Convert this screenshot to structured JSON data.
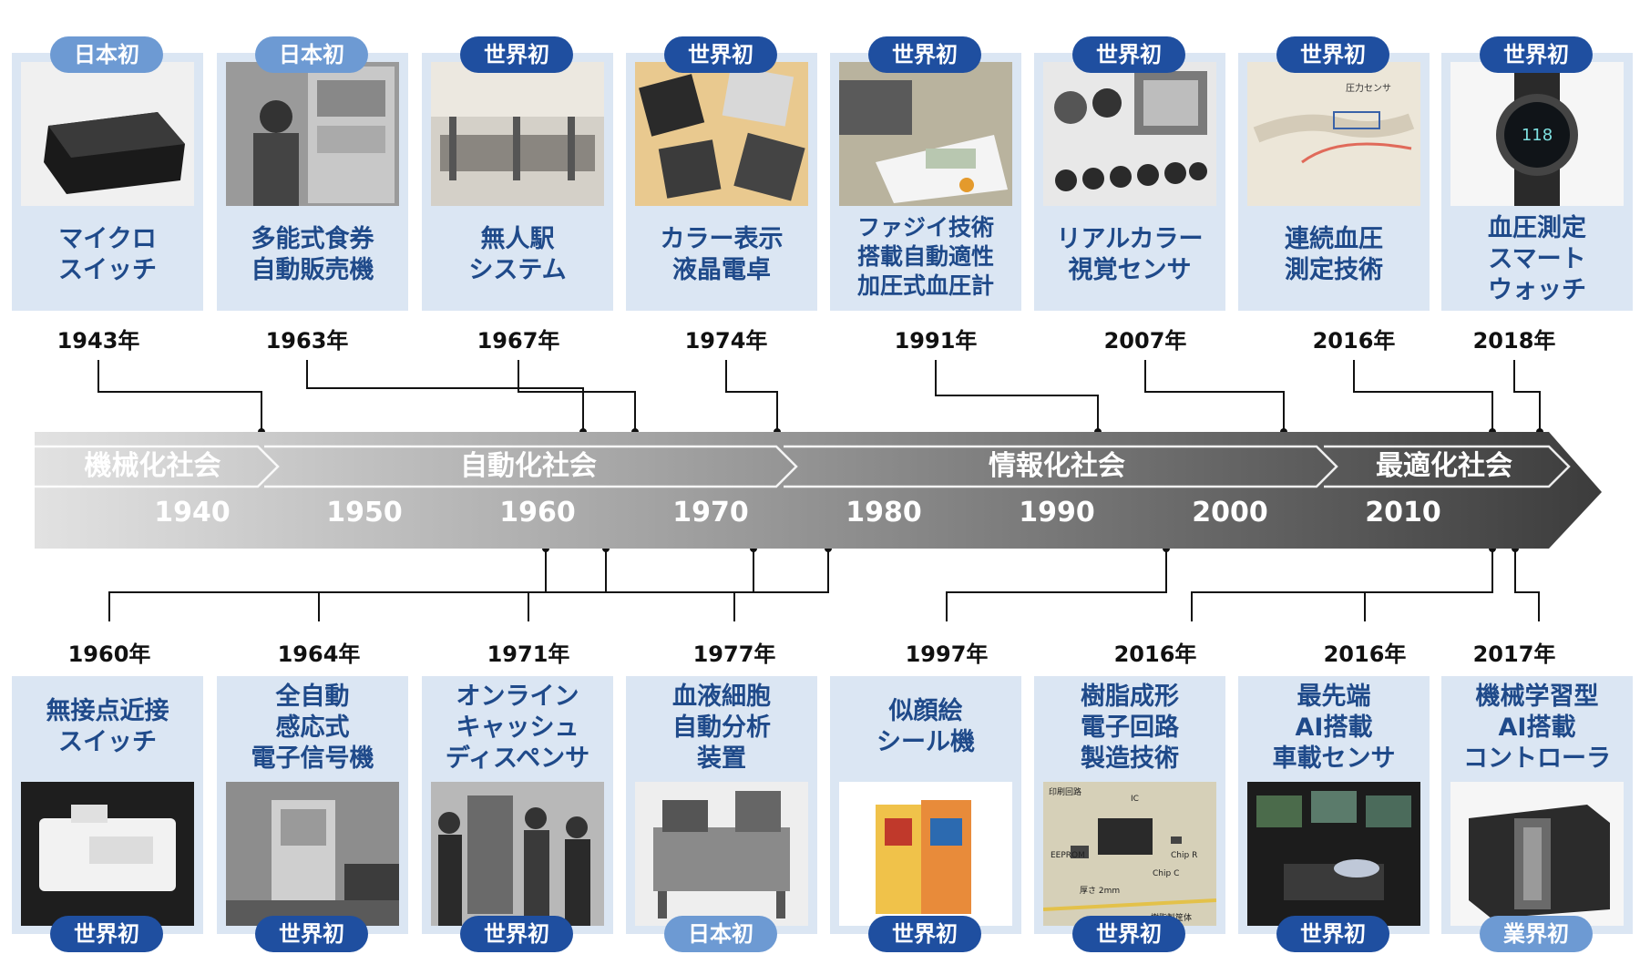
{
  "eras": [
    "機械化社会",
    "自動化社会",
    "情報化社会",
    "最適化社会"
  ],
  "decades": [
    "1940",
    "1950",
    "1960",
    "1970",
    "1980",
    "1990",
    "2000",
    "2010"
  ],
  "top_items": [
    {
      "badge": "日本初",
      "badge_type": "japan",
      "title": "マイクロ\nスイッチ",
      "year": "1943年",
      "photo": "micro-switch-photo"
    },
    {
      "badge": "日本初",
      "badge_type": "japan",
      "title": "多能式食券\n自動販売機",
      "year": "1963年",
      "photo": "ticket-vending-photo"
    },
    {
      "badge": "世界初",
      "badge_type": "world",
      "title": "無人駅\nシステム",
      "year": "1967年",
      "photo": "unmanned-station-photo"
    },
    {
      "badge": "世界初",
      "badge_type": "world",
      "title": "カラー表示\n液晶電卓",
      "year": "1974年",
      "photo": "lcd-calculator-photo"
    },
    {
      "badge": "世界初",
      "badge_type": "world",
      "title": "ファジイ技術\n搭載自動適性\n加圧式血圧計",
      "year": "1991年",
      "photo": "blood-pressure-monitor-photo"
    },
    {
      "badge": "世界初",
      "badge_type": "world",
      "title": "リアルカラー\n視覚センサ",
      "year": "2007年",
      "photo": "vision-sensor-photo"
    },
    {
      "badge": "世界初",
      "badge_type": "world",
      "title": "連続血圧\n測定技術",
      "year": "2016年",
      "photo": "continuous-bp-photo",
      "photo_text": "圧力センサ"
    },
    {
      "badge": "世界初",
      "badge_type": "world",
      "title": "血圧測定\nスマート\nウォッチ",
      "year": "2018年",
      "photo": "smartwatch-photo"
    }
  ],
  "bottom_items": [
    {
      "badge": "世界初",
      "badge_type": "world",
      "title": "無接点近接\nスイッチ",
      "year": "1960年",
      "photo": "proximity-switch-photo"
    },
    {
      "badge": "世界初",
      "badge_type": "world",
      "title": "全自動\n感応式\n電子信号機",
      "year": "1964年",
      "photo": "traffic-signal-photo"
    },
    {
      "badge": "世界初",
      "badge_type": "world",
      "title": "オンライン\nキャッシュ\nディスペンサ",
      "year": "1971年",
      "photo": "cash-dispenser-photo"
    },
    {
      "badge": "日本初",
      "badge_type": "japan",
      "title": "血液細胞\n自動分析\n装置",
      "year": "1977年",
      "photo": "blood-analyzer-photo"
    },
    {
      "badge": "世界初",
      "badge_type": "world",
      "title": "似顔絵\nシール機",
      "year": "1997年",
      "photo": "sticker-machine-photo"
    },
    {
      "badge": "世界初",
      "badge_type": "world",
      "title": "樹脂成形\n電子回路\n製造技術",
      "year": "2016年",
      "photo": "resin-circuit-photo",
      "photo_labels": [
        "印刷回路",
        "IC",
        "EEPROM",
        "Chip R",
        "Chip C",
        "厚さ 2mm",
        "樹脂製筐体"
      ]
    },
    {
      "badge": "世界初",
      "badge_type": "world",
      "title": "最先端\nAI搭載\n車載センサ",
      "year": "2016年",
      "photo": "ai-car-sensor-photo"
    },
    {
      "badge": "業界初",
      "badge_type": "industry",
      "title": "機械学習型\nAI搭載\nコントローラ",
      "year": "2017年",
      "photo": "ai-controller-photo"
    }
  ],
  "colors": {
    "card_bg": "#dbe6f3",
    "title": "#1f4a8a",
    "badge_world": "#1f4fa0",
    "badge_japan": "#6d9ad3"
  }
}
